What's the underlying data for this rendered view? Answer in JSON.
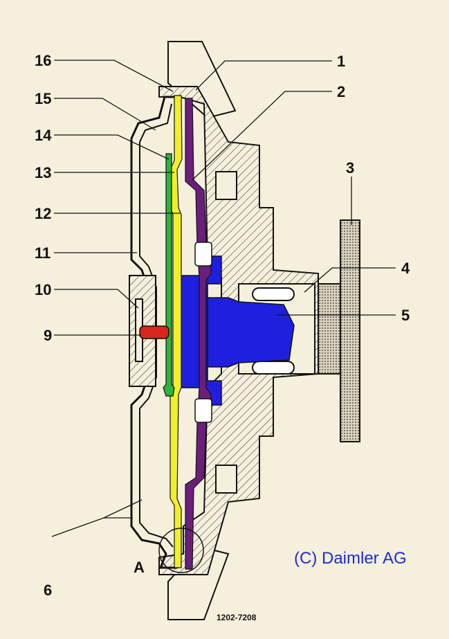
{
  "labels_left": [
    "16",
    "15",
    "14",
    "13",
    "12",
    "11",
    "10",
    "9",
    "6"
  ],
  "labels_right": [
    "1",
    "2",
    "3",
    "4",
    "5"
  ],
  "detail_label": "A",
  "copyright": "(C) Daimler AG",
  "drawing_number": "1202-7208",
  "colors": {
    "background": "#f5f0dc",
    "shaft": "#1f1fe0",
    "disc_purple": "#6b1f7a",
    "disc_yellow": "#f2ef2a",
    "plate_green": "#2fb33a",
    "pin_red": "#d6261e",
    "copyright_blue": "#1a2bd6",
    "line": "#111111"
  },
  "l": {
    "n16": "16",
    "n15": "15",
    "n14": "14",
    "n13": "13",
    "n12": "12",
    "n11": "11",
    "n10": "10",
    "n9": "9",
    "n6": "6",
    "n1": "1",
    "n2": "2",
    "n3": "3",
    "n4": "4",
    "n5": "5"
  }
}
